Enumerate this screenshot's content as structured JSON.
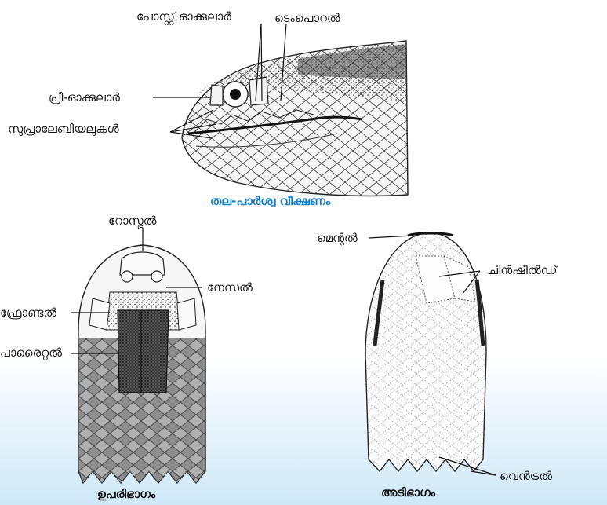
{
  "labels": {
    "post_ocular": "പോസ്റ്റ് ഓക്കുലാർ",
    "temporal": "ടെംപൊറൽ",
    "pre_ocular": "പ്രീ-ഓക്കുലാർ",
    "supralabials": "സുപ്രാലേബിയലുകൾ",
    "rostral": "റോസ്ട്രൽ",
    "nasal": "നേസൽ",
    "frontal": "ഫ്രോണ്ടൽ",
    "parietal": "പാരൈറ്റൽ",
    "mental": "മെന്റൽ",
    "chin_shield": "ചിൻഷീൽഡ്",
    "ventral": "വെൻട്രൽ"
  },
  "captions": {
    "side_view": "തല-പാർശ്വ വീക്ഷണം",
    "top_view": "ഉപരിഭാഗം",
    "bottom_view": "അടിഭാഗം"
  },
  "colors": {
    "side_caption": "#1a7fc9",
    "text": "#111111"
  }
}
